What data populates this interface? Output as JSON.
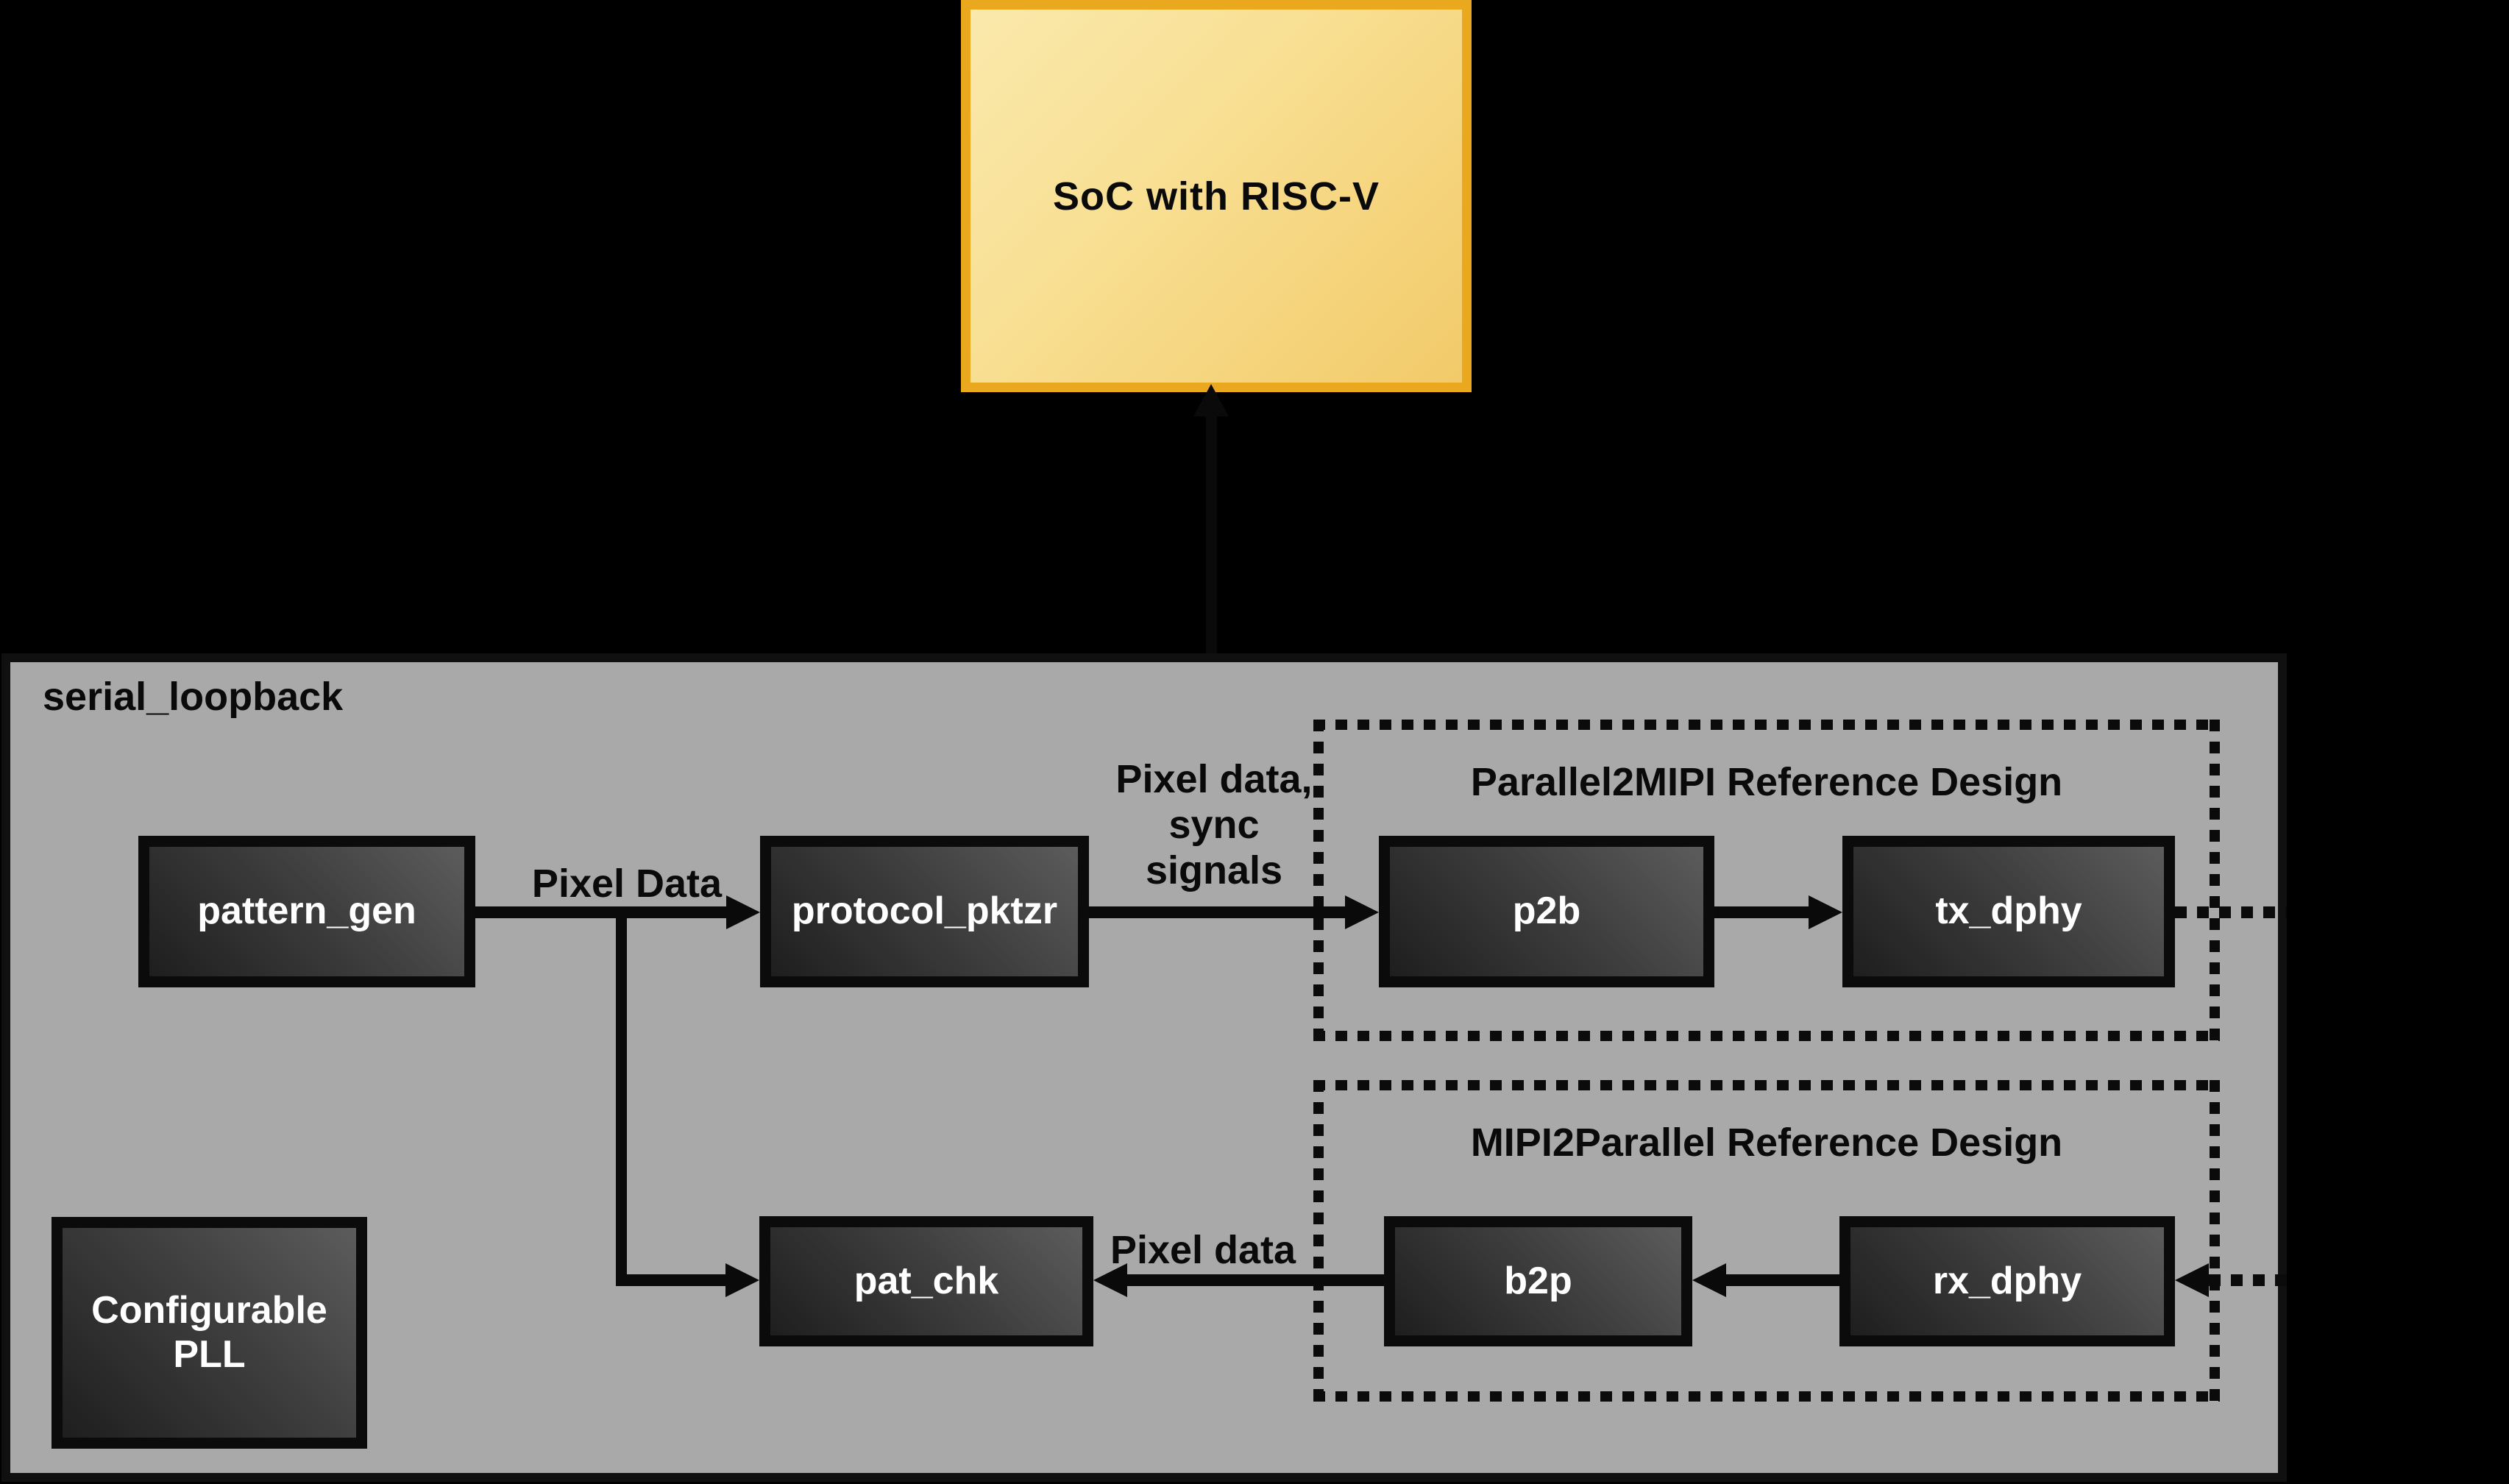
{
  "soc": {
    "label": "SoC with RISC-V"
  },
  "panel": {
    "label": "serial_loopback"
  },
  "reference_designs": {
    "parallel2mipi": {
      "label": "Parallel2MIPI Reference Design"
    },
    "mipi2parallel": {
      "label": "MIPI2Parallel Reference Design"
    }
  },
  "blocks": {
    "pattern_gen": {
      "label": "pattern_gen"
    },
    "protocol_pktzr": {
      "label": "protocol_pktzr"
    },
    "p2b": {
      "label": "p2b"
    },
    "tx_dphy": {
      "label": "tx_dphy"
    },
    "pat_chk": {
      "label": "pat_chk"
    },
    "b2p": {
      "label": "b2p"
    },
    "rx_dphy": {
      "label": "rx_dphy"
    },
    "pll": {
      "label": "Configurable PLL"
    }
  },
  "edge_labels": {
    "pixel_data_top": "Pixel Data",
    "pixel_data_sync": "Pixel data,\nsync\nsignals",
    "pixel_data_bottom": "Pixel data"
  },
  "colors": {
    "background": "#000000",
    "soc_border": "#E9A81E",
    "soc_fill_light": "#FAE9AC",
    "soc_fill_dark": "#F2CA69",
    "panel_fill": "#A9A9A9",
    "panel_border": "#101010",
    "block_border": "#0B0B0B",
    "block_fill_dark": "#1E1E1E",
    "block_fill_light": "#5C5C5C",
    "block_text": "#FFFFFF",
    "line": "#0A0A0A"
  }
}
